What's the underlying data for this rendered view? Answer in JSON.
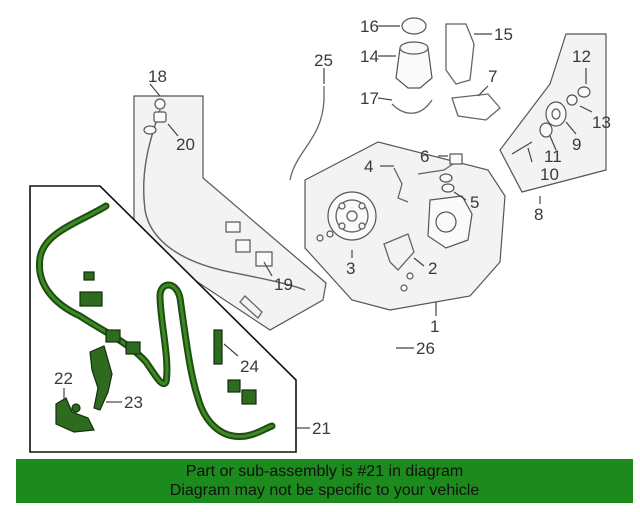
{
  "callouts": {
    "c1": "1",
    "c2": "2",
    "c3": "3",
    "c4": "4",
    "c5": "5",
    "c6": "6",
    "c7": "7",
    "c8": "8",
    "c9": "9",
    "c10": "10",
    "c11": "11",
    "c12": "12",
    "c13": "13",
    "c14": "14",
    "c15": "15",
    "c16": "16",
    "c17": "17",
    "c18": "18",
    "c19": "19",
    "c20": "20",
    "c21": "21",
    "c22": "22",
    "c23": "23",
    "c24": "24",
    "c25": "25",
    "c26": "26"
  },
  "highlight": {
    "color": "#2f6b1e",
    "part": "21"
  },
  "banner": {
    "line1": "Part or sub-assembly is #21 in diagram",
    "line2": "Diagram may not be specific to your vehicle",
    "color": "#1c8a1c"
  }
}
